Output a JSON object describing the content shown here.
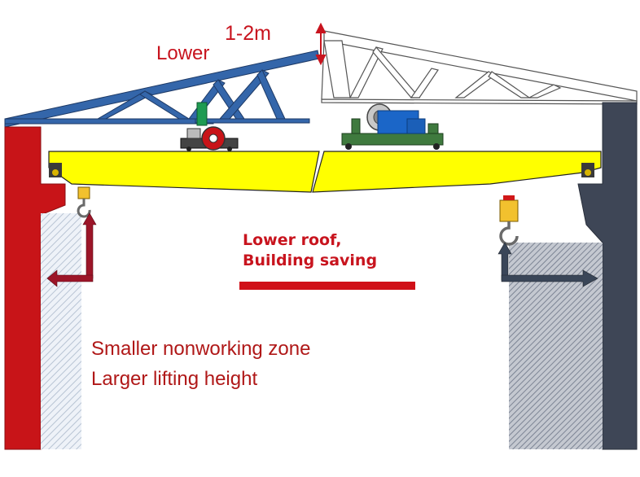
{
  "labels": {
    "lower": "Lower",
    "height_range": "1-2m",
    "roof_line1": "Lower roof,",
    "roof_line2": "Building saving",
    "zone_line1": "Smaller nonworking zone",
    "zone_line2": "Larger lifting height"
  },
  "colors": {
    "accent_red": "#c8141e",
    "left_column": "#c81418",
    "right_column": "#3e4656",
    "girder_yellow": "#ffff00",
    "left_truss": "#2e5a9c",
    "right_truss": "#ffffff",
    "left_arrow": "#9c1528",
    "right_arrow": "#3a4658"
  },
  "icons": [
    "up-down-arrow-icon",
    "hook-icon",
    "trolley-icon",
    "hoist-trolley-icon"
  ]
}
